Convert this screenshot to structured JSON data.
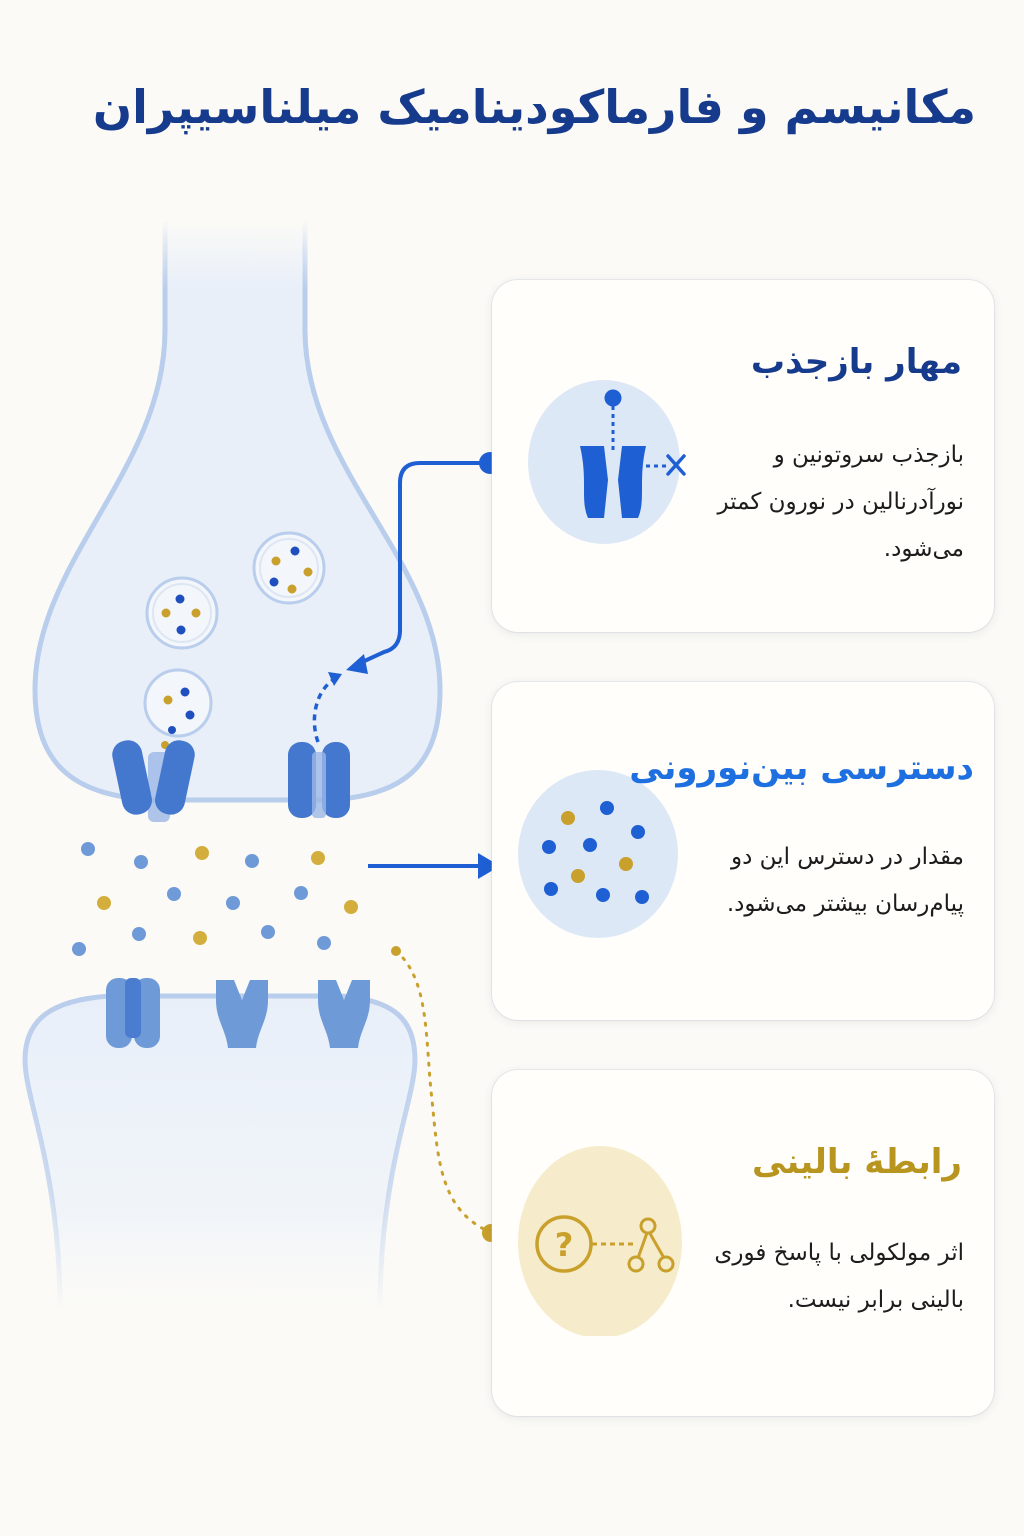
{
  "title": "مکانیسم و فارماکودینامیک میلناسیپران",
  "colors": {
    "primary_blue": "#1e5fd4",
    "dark_blue": "#163a8c",
    "gold": "#c8a02b",
    "membrane": "#b9cdec",
    "neuron_fill": "#e8eff9"
  },
  "cards": [
    {
      "id": "reuptake",
      "title": "مهار بازجذب",
      "text": "بازجذب سروتونین و نورآدرنالین در نورون کمتر می‌شود.",
      "title_color": "#163a8c",
      "icon": "transporter-blocked-icon"
    },
    {
      "id": "availability",
      "title": "دسترسی بین‌نورونی",
      "text": "مقدار در دسترس این دو پیام‌رسان بیشتر می‌شود.",
      "title_color": "#1e6fe0",
      "icon": "neurotransmitter-cluster-icon"
    },
    {
      "id": "clinical",
      "title": "رابطهٔ بالینی",
      "text": "اثر مولکولی با پاسخ فوری بالینی برابر نیست.",
      "title_color": "#b8951f",
      "icon": "question-network-icon"
    }
  ]
}
